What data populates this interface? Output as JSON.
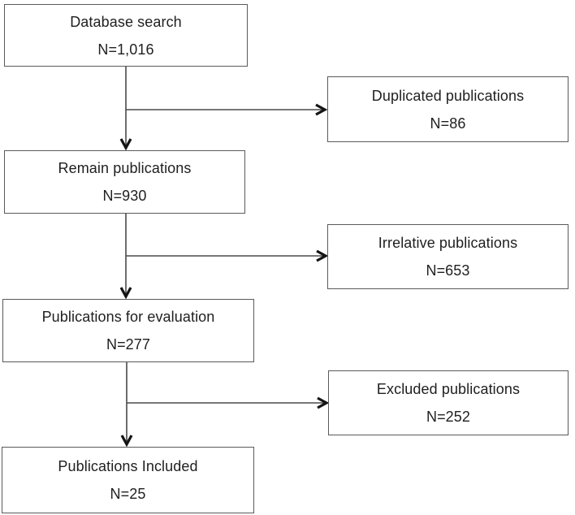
{
  "colors": {
    "background": "#ffffff",
    "box_border": "#5a5a5a",
    "line": "#4a4a4a",
    "arrow": "#141414",
    "text": "#1f1f1f"
  },
  "boxes": [
    {
      "name": "database-search",
      "label": "Database search",
      "count": "N=1,016"
    },
    {
      "name": "duplicated-publications",
      "label": "Duplicated publications",
      "count": "N=86"
    },
    {
      "name": "remain-publications",
      "label": "Remain publications",
      "count": "N=930"
    },
    {
      "name": "irrelative-publications",
      "label": "Irrelative publications",
      "count": "N=653"
    },
    {
      "name": "publications-for-evaluation",
      "label": "Publications for evaluation",
      "count": "N=277"
    },
    {
      "name": "excluded-publications",
      "label": "Excluded publications",
      "count": "N=252"
    },
    {
      "name": "publications-included",
      "label": "Publications Included",
      "count": "N=25"
    }
  ],
  "connectors": [
    {
      "from": "database-search",
      "to": "remain-publications",
      "type": "down-arrow"
    },
    {
      "from": "database-search",
      "to": "duplicated-publications",
      "type": "branch-right-arrow"
    },
    {
      "from": "remain-publications",
      "to": "publications-for-evaluation",
      "type": "down-arrow"
    },
    {
      "from": "remain-publications",
      "to": "irrelative-publications",
      "type": "branch-right-arrow"
    },
    {
      "from": "publications-for-evaluation",
      "to": "publications-included",
      "type": "down-arrow"
    },
    {
      "from": "publications-for-evaluation",
      "to": "excluded-publications",
      "type": "branch-right-arrow"
    }
  ]
}
